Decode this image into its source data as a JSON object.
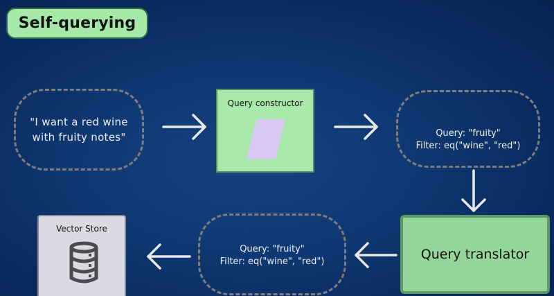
{
  "title": "Self-querying",
  "nodes": {
    "user_query": {
      "line1": "\"I want a red wine",
      "line2": "with fruity notes\""
    },
    "query_constructor": {
      "label": "Query constructor"
    },
    "structured_query_top": {
      "query": "Query: \"fruity\"",
      "filter": "Filter: eq(\"wine\", \"red\")"
    },
    "query_translator": {
      "label": "Query translator"
    },
    "structured_query_bottom": {
      "query": "Query: \"fruity\"",
      "filter": "Filter: eq(\"wine\", \"red\")"
    },
    "vector_store": {
      "label": "Vector Store"
    }
  },
  "colors": {
    "background": "#0f3a75",
    "green_fill": "#a8e8aa",
    "purple_shape": "#d9c8f2",
    "database_icon": "#4a4a50",
    "arrow": "#e8e8e8",
    "dashed_border": "#7f7f7f"
  },
  "icons": {
    "query_constructor": "parallelogram-shape",
    "vector_store": "database-icon"
  }
}
